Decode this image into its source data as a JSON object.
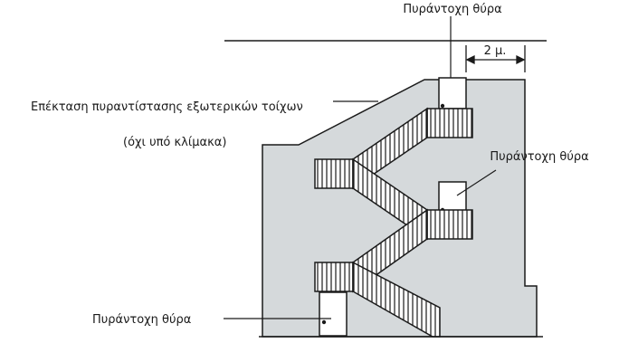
{
  "labels": {
    "top_door": "Πυράντοχη θύρα",
    "middle_door": "Πυράντοχη θύρα",
    "bottom_door": "Πυράντοχη θύρα",
    "dimension": "2 μ.",
    "wall_extension_line1": "Επέκταση πυραντίστασης εξωτερικών τοίχων",
    "wall_extension_line2": "(όχι υπό κλίμακα)"
  },
  "colors": {
    "wall_fill": "#d5d9db",
    "line": "#1a1a1a",
    "background": "#ffffff"
  }
}
